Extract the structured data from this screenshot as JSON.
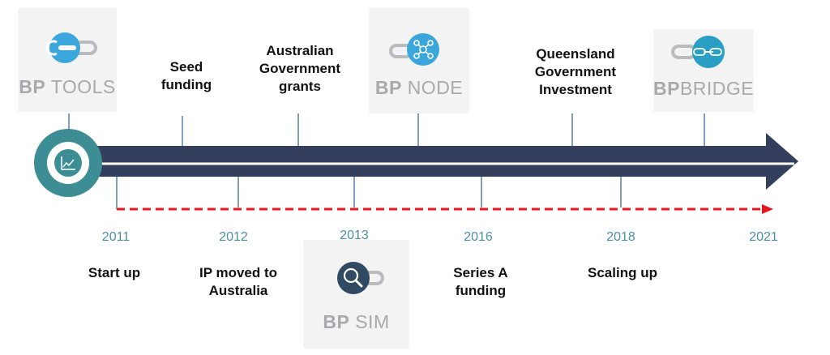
{
  "products": [
    {
      "id": "tools",
      "bold": "BP",
      "rest": "TOOLS",
      "icon": "wrench-icon",
      "color": "#3aa6dc"
    },
    {
      "id": "node",
      "bold": "BP",
      "rest": "NODE",
      "icon": "network-node-icon",
      "color": "#3aa6dc"
    },
    {
      "id": "sim",
      "bold": "BP",
      "rest": "SIM",
      "icon": "magnifier-icon",
      "color": "#2f4a62"
    },
    {
      "id": "bridge",
      "bold": "BP",
      "rest": "BRIDGE",
      "icon": "chain-link-icon",
      "color": "#2a9fc4"
    }
  ],
  "events_above": [
    "Seed\nfunding",
    "Australian\nGovernment\ngrants",
    "Queensland\nGovernment\nInvestment"
  ],
  "years": [
    "2011",
    "2012",
    "2013",
    "2016",
    "2018",
    "2021"
  ],
  "events_below": [
    "Start up",
    "IP moved to\nAustralia",
    "Series A\nfunding",
    "Scaling up"
  ],
  "colors": {
    "arrow": "#333f5c",
    "circle": "#3d8e94",
    "dashed": "#e8161b",
    "year": "#4a90a4"
  },
  "start_icon": "growth-chart-icon"
}
